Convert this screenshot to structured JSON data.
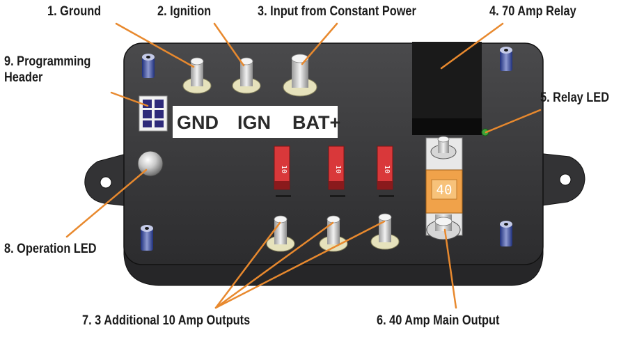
{
  "callouts": {
    "ground": "1. Ground",
    "ignition": "2. Ignition",
    "constant_power": "3. Input from Constant Power",
    "relay": "4. 70 Amp Relay",
    "relay_led": "5. Relay LED",
    "main_output": "6. 40 Amp Main Output",
    "additional_outputs": "7. 3 Additional 10 Amp Outputs",
    "operation_led": "8. Operation LED",
    "programming_header_line1": "9. Programming",
    "programming_header_line2": "Header"
  },
  "plate_labels": {
    "gnd": "GND",
    "ign": "IGN",
    "bat": "BAT+"
  },
  "fuses": {
    "small_rating": "10",
    "main_rating": "40"
  },
  "colors": {
    "housing": "#3e3e40",
    "leader_line": "#e8892e",
    "small_fuse": "#d9383a",
    "main_fuse": "#f0a24a",
    "relay": "#1a1a1a",
    "relay_led": "#3da33a",
    "header": "#2e2a7a",
    "stud": "#e6e2bc"
  }
}
